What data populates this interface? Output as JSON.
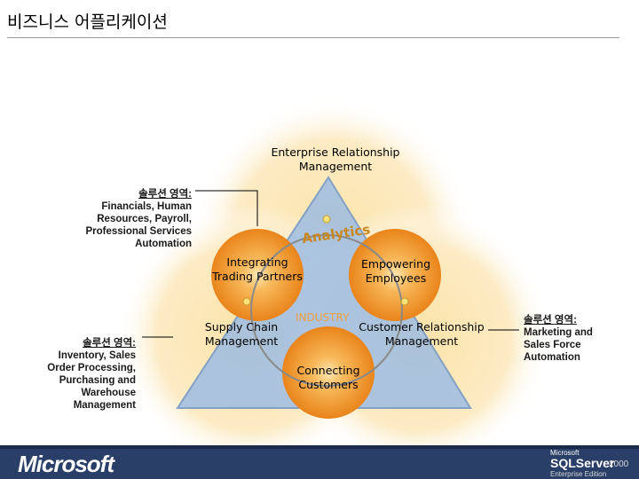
{
  "page": {
    "title": "비즈니스 어플리케이션"
  },
  "diagram": {
    "top_label": "Enterprise Relationship\nManagement",
    "analytics_label": "Analytics",
    "industry_label": "INDUSTRY",
    "integrating_label": "Integrating\nTrading Partners",
    "empowering_label": "Empowering\nEmployees",
    "supply_label": "Supply Chain\nManagement",
    "crm_label": "Customer Relationship\nManagement",
    "connecting_label": "Connecting\nCustomers",
    "colors": {
      "outer_glow": "#f8dc9a",
      "inner_orange": "#ee8f22",
      "triangle": "#7fa6d6",
      "analytics": "#c8871f"
    }
  },
  "notes": {
    "erm": {
      "header": "솔루션 영역:",
      "body": "Financials, Human\nResources, Payroll,\nProfessional Services\nAutomation"
    },
    "scm": {
      "header": "솔루션 영역:",
      "body": "Inventory, Sales\nOrder Processing,\nPurchasing and\nWarehouse\nManagement"
    },
    "crm": {
      "header": "솔루션 영역:",
      "body": "Marketing and\nSales Force\nAutomation"
    }
  },
  "footer": {
    "logo_text": "Microsoft",
    "product_brand": "Microsoft",
    "product_name": "SQLServer",
    "product_year": "2000",
    "product_edition": "Enterprise Edition"
  }
}
